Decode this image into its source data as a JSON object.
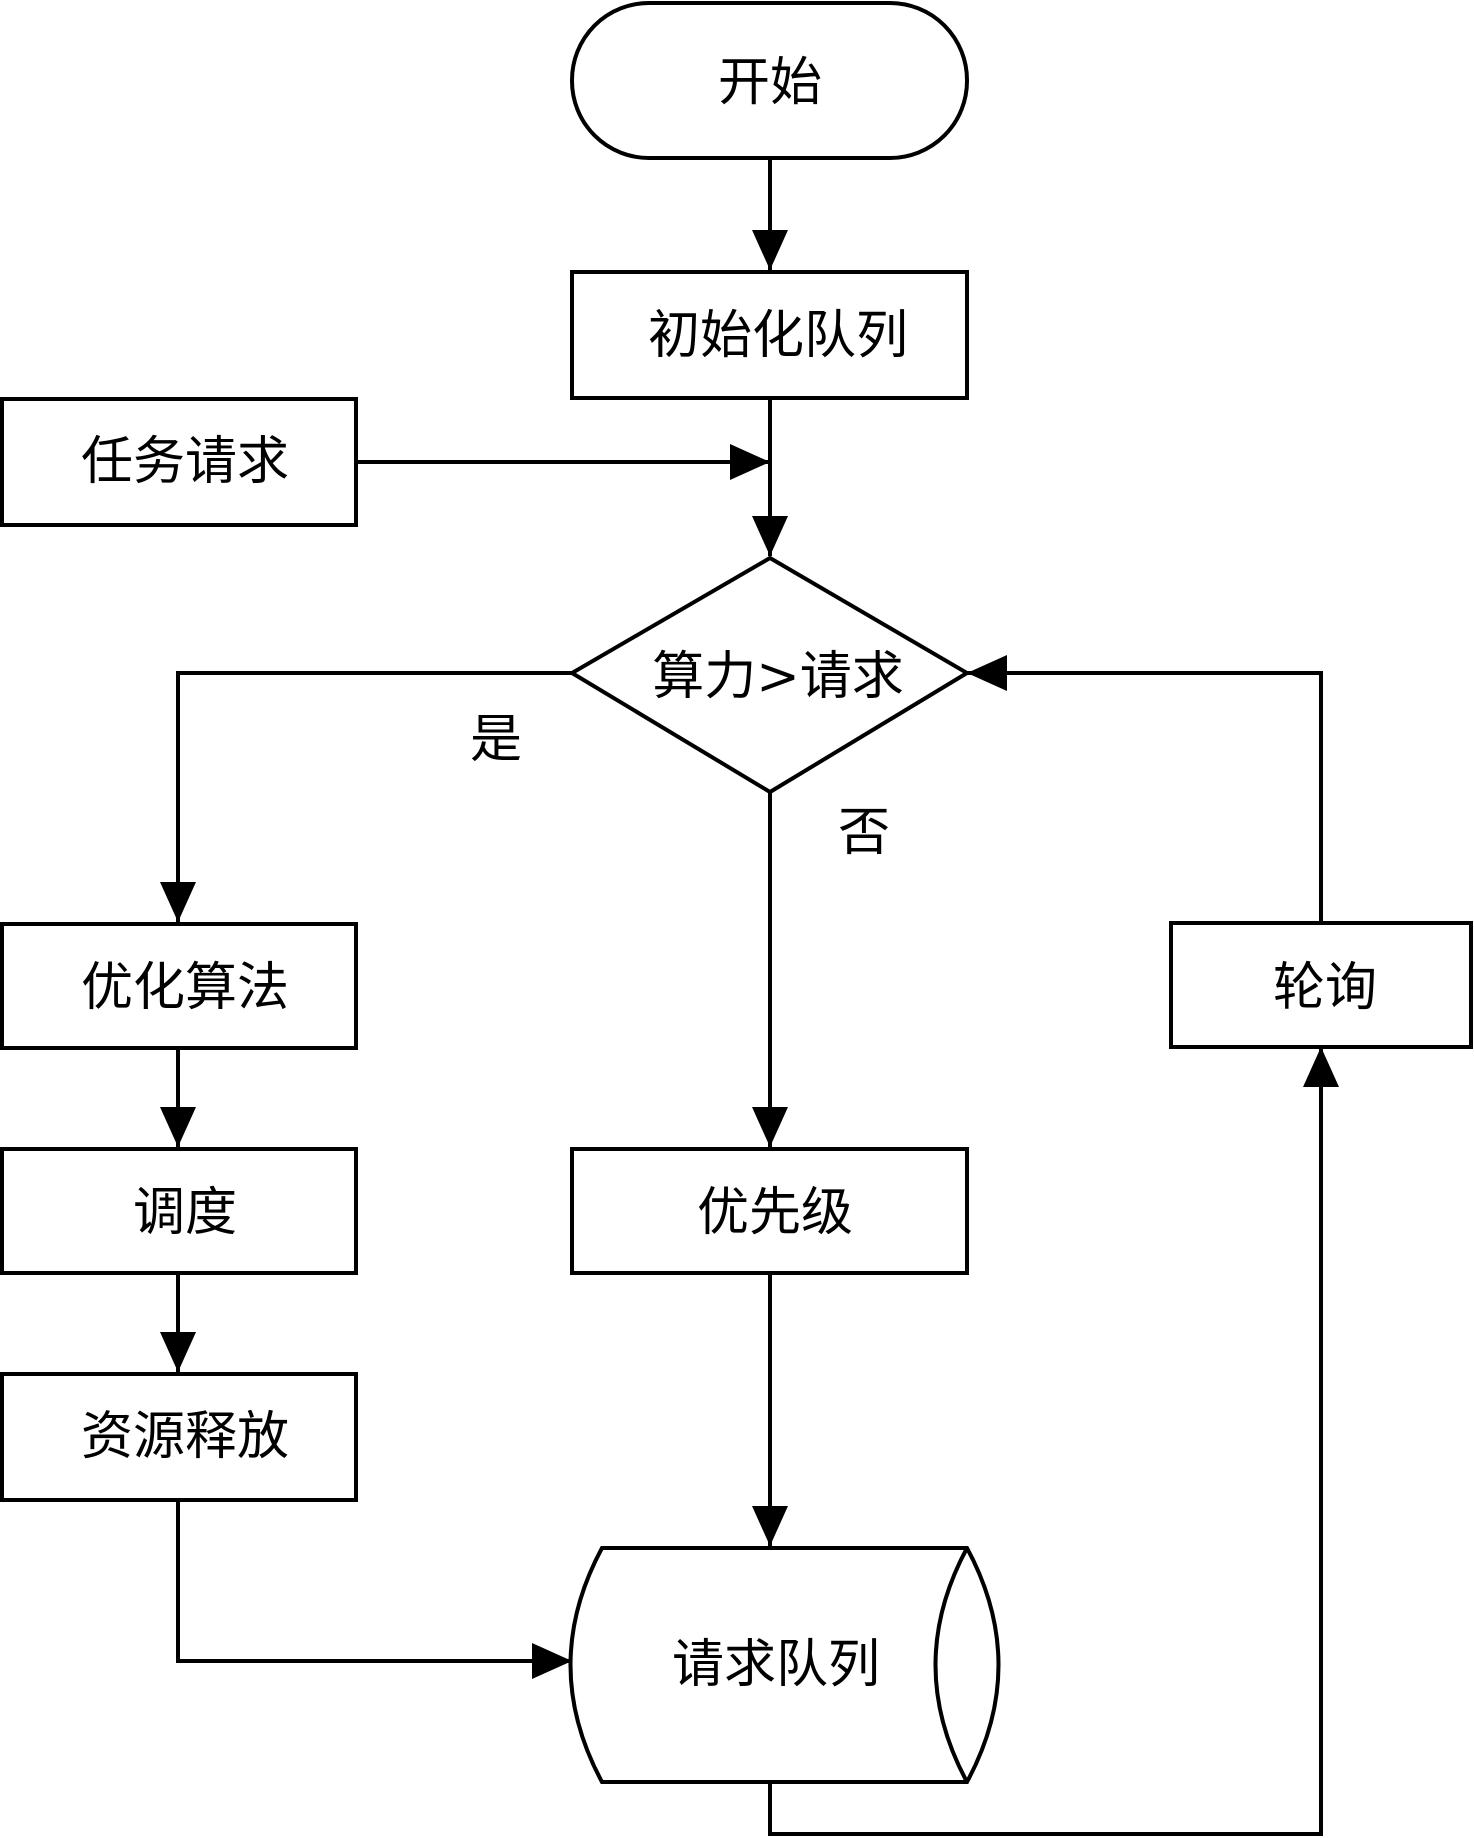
{
  "nodes": {
    "start": "开始",
    "init_queue": "初始化队列",
    "task_request": "任务请求",
    "decision": "算力>请求",
    "optimize": "优化算法",
    "schedule": "调度",
    "release": "资源释放",
    "priority": "优先级",
    "polling": "轮询",
    "request_queue": "请求队列"
  },
  "edge_labels": {
    "yes": "是",
    "no": "否"
  },
  "colors": {
    "stroke": "#000000",
    "fill": "#ffffff",
    "background": "#ffffff"
  }
}
